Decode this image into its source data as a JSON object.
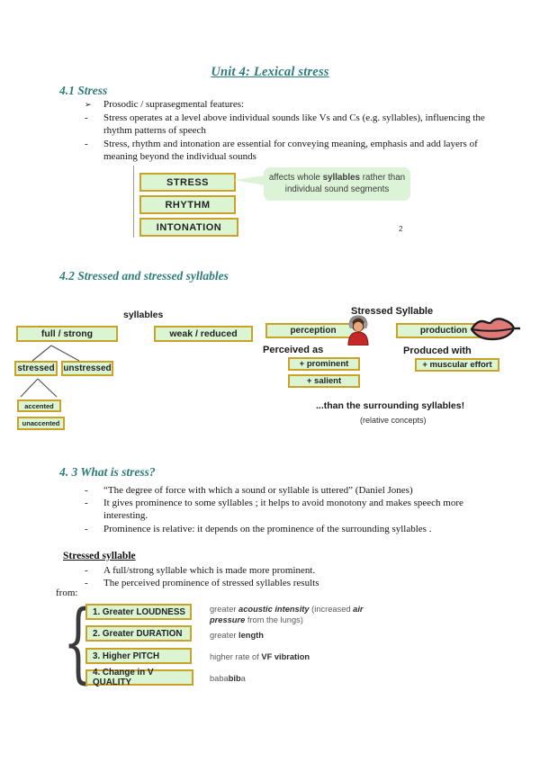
{
  "title": "Unit 4: Lexical stress",
  "colors": {
    "heading_teal": "#2e7b7b",
    "box_fill": "#dbf5d3",
    "box_border": "#c9a227",
    "callout_fill": "#dcf3d8"
  },
  "s1": {
    "heading": "4.1 Stress",
    "bullets": [
      {
        "marker": "➢",
        "text": "Prosodic / suprasegmental features:"
      },
      {
        "marker": "-",
        "text": "Stress operates at a level above individual sounds like Vs and Cs (e.g. syllables), influencing the rhythm patterns of speech"
      },
      {
        "marker": "-",
        "text": "Stress, rhythm and intonation are essential for conveying meaning, emphasis and add layers of meaning beyond the individual sounds"
      }
    ],
    "figure": {
      "box1": "STRESS",
      "box2": "RHYTHM",
      "box3": "INTONATION",
      "callout_pre": "affects whole ",
      "callout_bold": "syllables",
      "callout_post": " rather than individual sound segments",
      "page_number": "2"
    }
  },
  "s2": {
    "heading": "4.2 Stressed and stressed syllables",
    "tree": {
      "root": "syllables",
      "full_strong": "full / strong",
      "weak_reduced": "weak / reduced",
      "stressed": "stressed",
      "unstressed": "unstressed",
      "accented": "accented",
      "unaccented": "unaccented"
    },
    "right": {
      "title": "Stressed Syllable",
      "perception": "perception",
      "production": "production",
      "perceived_as": "Perceived as",
      "produced_with": "Produced with",
      "prominent": "+ prominent",
      "salient": "+ salient",
      "muscular_effort": "+ muscular effort",
      "conclusion": "...than the surrounding syllables!",
      "note": "(relative concepts)"
    }
  },
  "s3": {
    "heading": "4. 3 What is stress?",
    "bullets": [
      {
        "marker": "-",
        "text": "“The degree of force with which a sound or syllable is uttered” (Daniel Jones)"
      },
      {
        "marker": "-",
        "text": "It gives prominence to some syllables ; it helps to avoid monotony and makes speech more interesting."
      },
      {
        "marker": "-",
        "text": "Prominence is relative: it depends on the prominence of the surrounding syllables ."
      }
    ],
    "subheading": "Stressed syllable",
    "sub_bullets": [
      {
        "marker": "-",
        "text": "A full/strong syllable which is made more prominent."
      },
      {
        "marker": "-",
        "text": "The perceived prominence of stressed syllables results"
      }
    ],
    "from_label": "from:",
    "brace_glyph": "{",
    "factors": [
      {
        "label": "1. Greater LOUDNESS"
      },
      {
        "label": "2. Greater DURATION"
      },
      {
        "label": "3. Higher PITCH"
      },
      {
        "label": "4. Change in V QUALITY"
      }
    ],
    "descs": {
      "d1": {
        "p1": "greater ",
        "b1": "acoustic intensity",
        "p2": " (increased ",
        "b2": "air pressure",
        "p3": " from the lungs)"
      },
      "d2": {
        "p1": "greater ",
        "b1": "length"
      },
      "d3": {
        "p1": "higher rate of ",
        "b1": "VF vibration"
      },
      "d4": {
        "p1": "baba",
        "b1": "bib",
        "p2": "a"
      }
    }
  }
}
